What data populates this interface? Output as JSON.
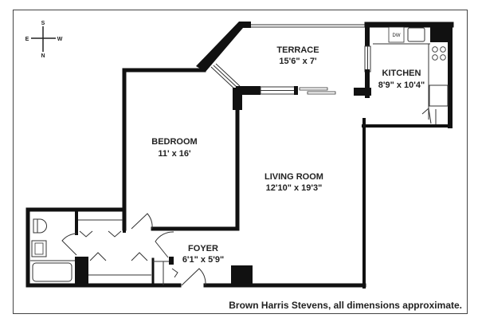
{
  "compass": {
    "north": "N",
    "south": "S",
    "east": "E",
    "west": "W"
  },
  "rooms": {
    "terrace": {
      "name": "TERRACE",
      "dims": "15'6\" x 7'"
    },
    "kitchen": {
      "name": "KITCHEN",
      "dims": "8'9\" x 10'4\""
    },
    "bedroom": {
      "name": "BEDROOM",
      "dims": "11' x 16'"
    },
    "living_room": {
      "name": "LIVING ROOM",
      "dims": "12'10\" x 19'3\""
    },
    "foyer": {
      "name": "FOYER",
      "dims": "6'1\" x 5'9\""
    }
  },
  "appliances": {
    "dishwasher": "DW"
  },
  "footer": "Brown Harris Stevens, all dimensions approximate."
}
